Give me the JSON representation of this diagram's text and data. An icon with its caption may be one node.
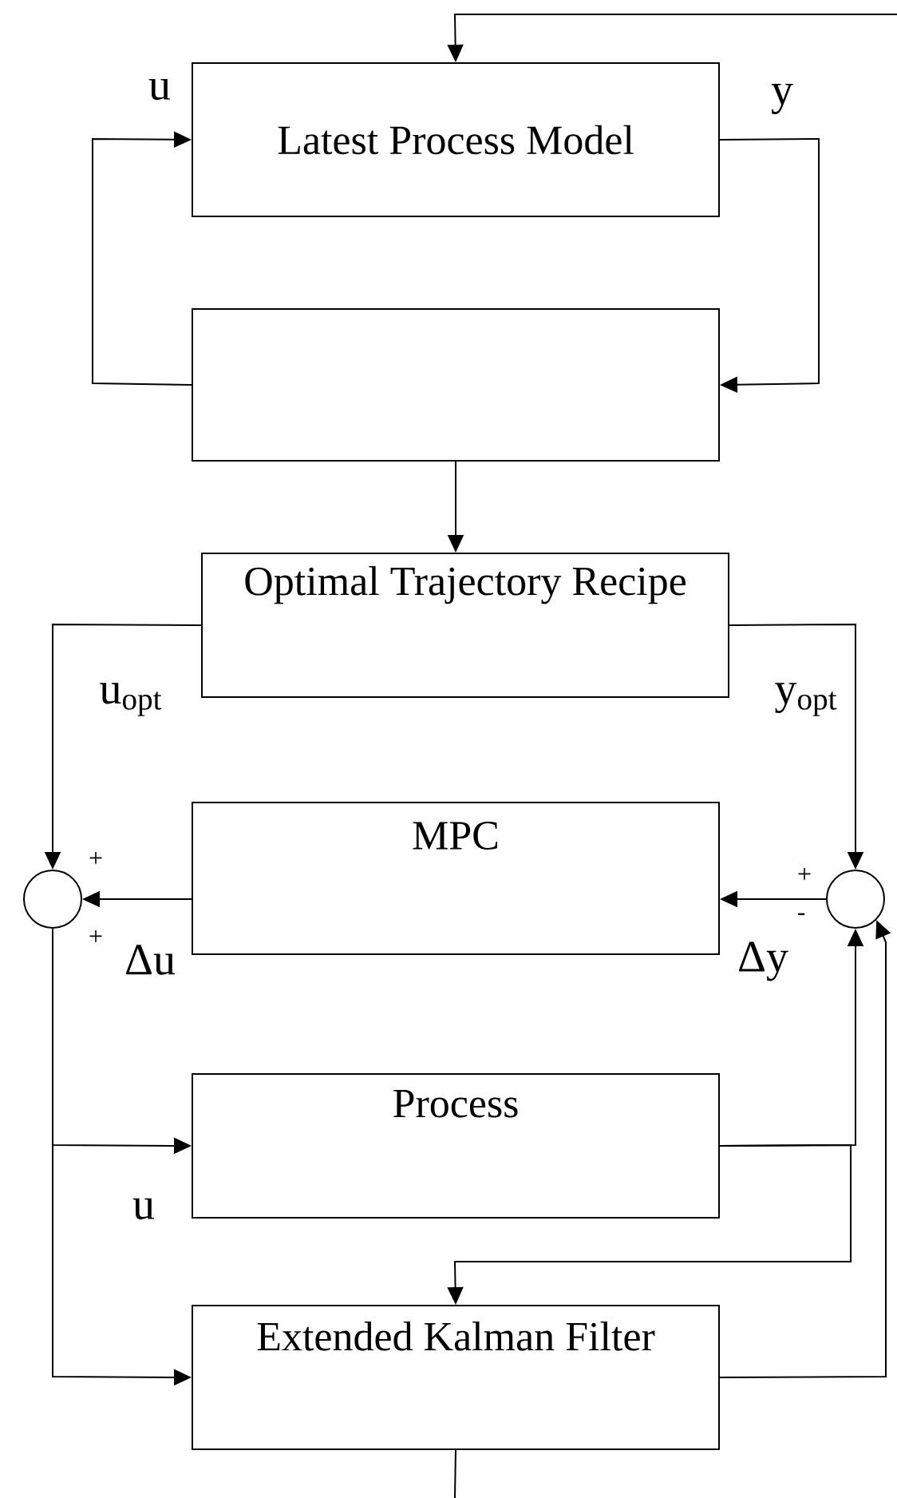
{
  "diagram": {
    "nodes": [
      {
        "text": [
          "Latest Process Model"
        ]
      },
      {
        "text": [],
        "shape": "box"
      },
      {
        "text": [
          "Optimal Trajectory Recipe"
        ]
      },
      {
        "text": [
          "MPC"
        ]
      },
      {
        "text": [],
        "shape": "circle"
      },
      {
        "text": [],
        "shape": "circle"
      },
      {
        "text": [
          "Process"
        ]
      },
      {
        "text": [
          "Extended Kalman Filter"
        ]
      }
    ],
    "edges": [
      {
        "from": null,
        "to": 0,
        "arrow": "to"
      },
      {
        "from": 1,
        "to": 0,
        "arrow": "to",
        "label": "u"
      },
      {
        "from": 0,
        "to": 1,
        "arrow": "to",
        "label": "y"
      },
      {
        "from": 1,
        "to": 2,
        "arrow": "to"
      },
      {
        "from": 2,
        "to": 4,
        "arrow": "to",
        "label": "u$_{opt}$"
      },
      {
        "from": 2,
        "to": 5,
        "arrow": "to",
        "label": "y$_{opt}$"
      },
      {
        "from": 3,
        "to": 4,
        "arrow": "to",
        "label": "Δu"
      },
      {
        "from": 5,
        "to": 3,
        "arrow": "to",
        "label": "Δy"
      },
      {
        "from": 4,
        "to": 6,
        "arrow": "to",
        "label": "u"
      },
      {
        "from": 4,
        "to": 7,
        "arrow": "to"
      },
      {
        "from": 6,
        "to": 5,
        "arrow": "to"
      },
      {
        "from": 6,
        "to": 7,
        "arrow": "to"
      },
      {
        "from": 7,
        "to": 5,
        "arrow": "to"
      },
      {
        "from": 7,
        "to": null,
        "arrow": "none"
      }
    ],
    "labels": [
      "+",
      "+",
      "-",
      "+"
    ]
  }
}
